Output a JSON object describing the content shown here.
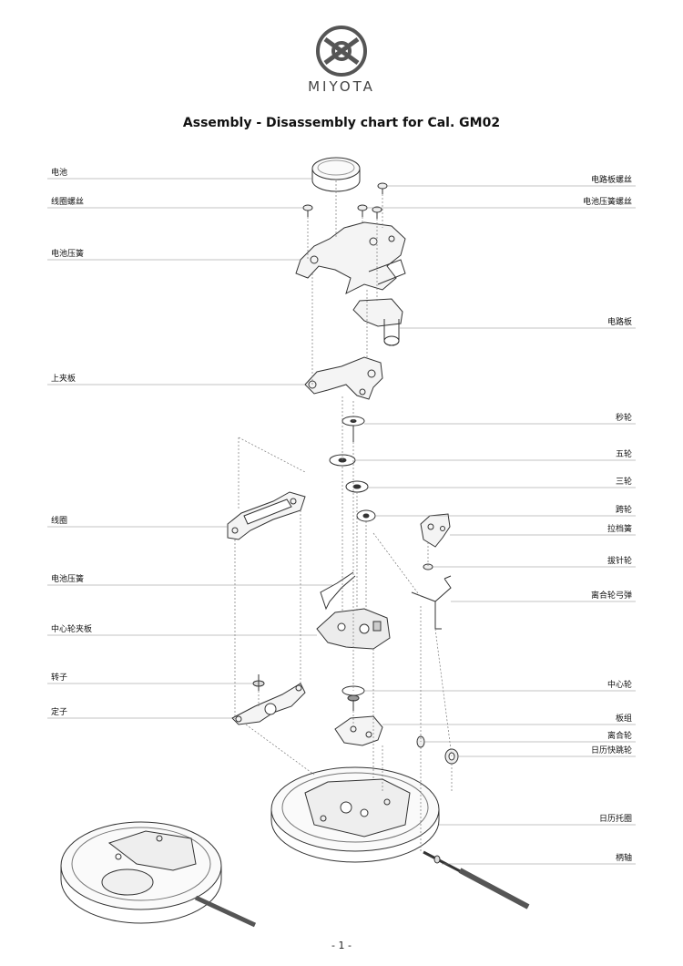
{
  "header": {
    "brand": "MIYOTA",
    "title": "Assembly - Disassembly chart for Cal. GM02"
  },
  "labels": {
    "left": [
      "电池",
      "线圈螺丝",
      "电池压簧",
      "上夹板",
      "线圈",
      "电池压簧",
      "中心轮夹板",
      "转子",
      "定子"
    ],
    "right": [
      "电路板螺丝",
      "电池压簧螺丝",
      "电路板",
      "秒轮",
      "五轮",
      "三轮",
      "跨轮",
      "拉档簧",
      "拔针轮",
      "离合轮弓弹",
      "中心轮",
      "板组",
      "离合轮",
      "日历快跳轮",
      "日历托圈",
      "柄轴"
    ]
  },
  "footer": {
    "page": "- 1 -"
  },
  "colors": {
    "line": "#333333",
    "leader": "#888888",
    "fill": "#f2f2f2"
  }
}
